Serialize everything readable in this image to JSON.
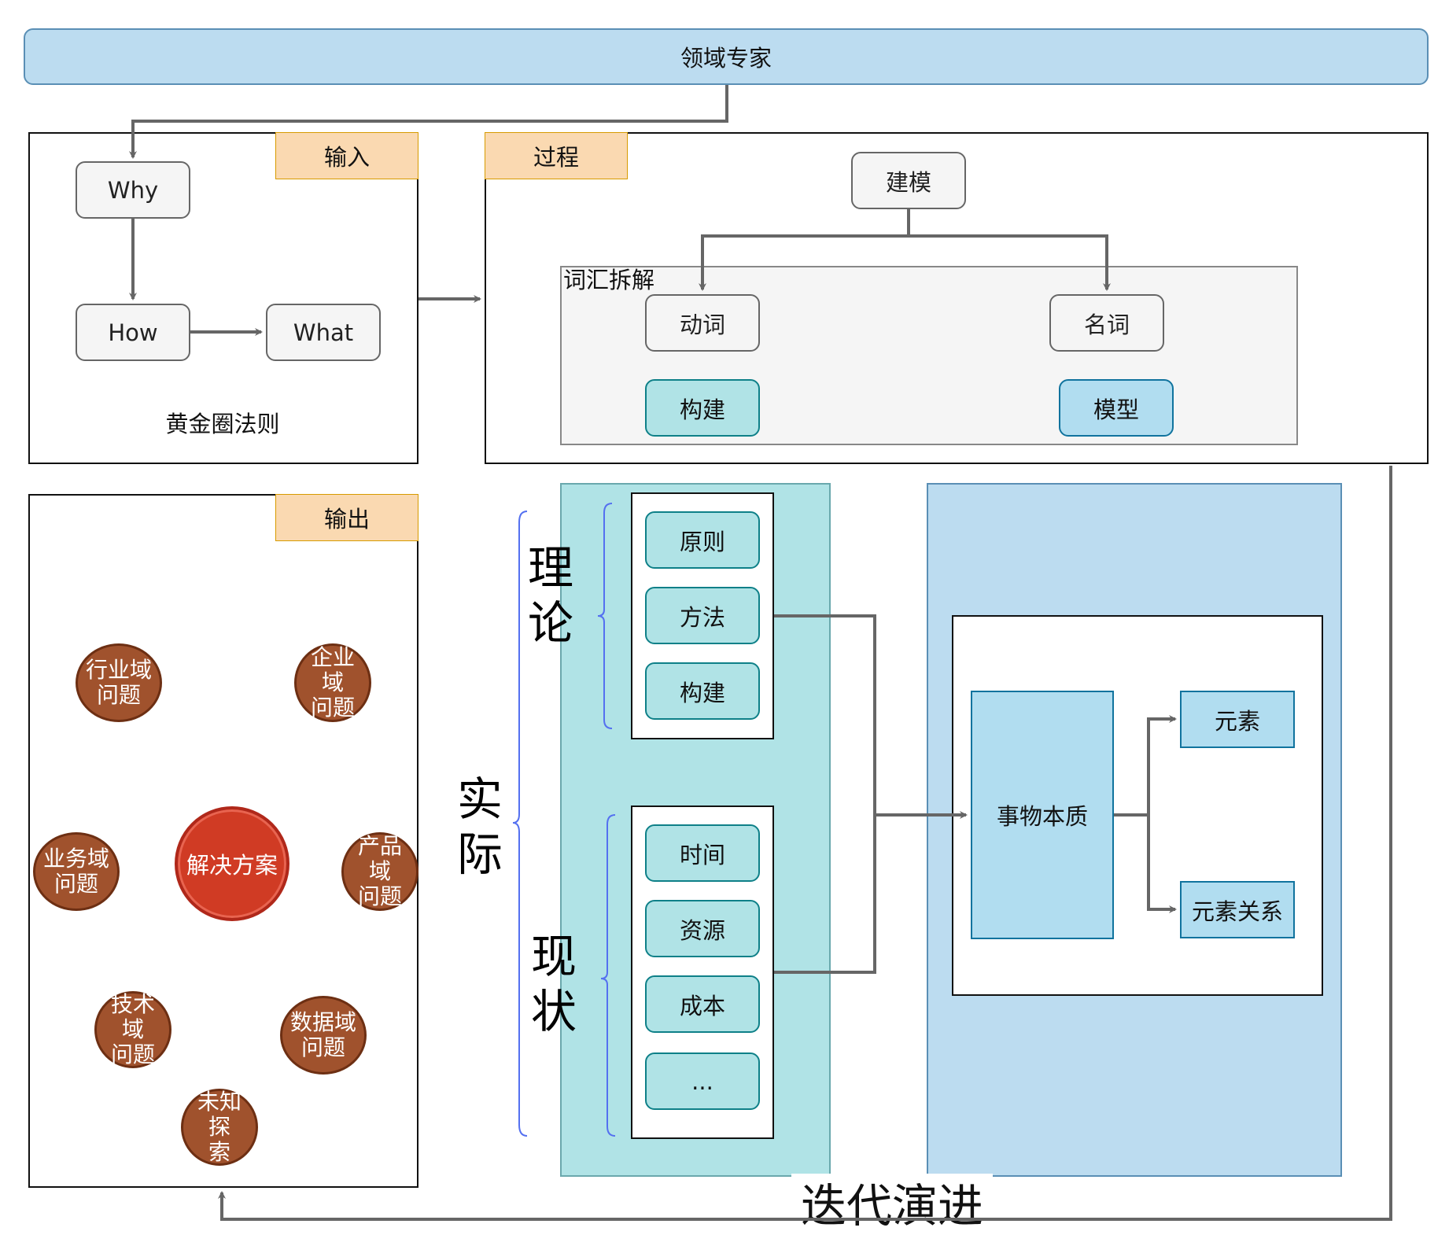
{
  "top_bar": {
    "label": "领域专家"
  },
  "input": {
    "tag": "输入",
    "why": "Why",
    "how": "How",
    "what": "What",
    "caption": "黄金圈法则"
  },
  "process": {
    "tag": "过程",
    "modeling": "建模",
    "group_label": "词汇拆解",
    "verb": "动词",
    "noun": "名词",
    "construct": "构建",
    "model": "模型"
  },
  "output": {
    "tag": "输出",
    "center": "解决方案",
    "domains": [
      {
        "label": "行业域\n问题"
      },
      {
        "label": "企业域\n问题"
      },
      {
        "label": "业务域\n问题"
      },
      {
        "label": "产品域\n问题"
      },
      {
        "label": "技术域\n问题"
      },
      {
        "label": "数据域\n问题"
      },
      {
        "label": "未知探\n索"
      }
    ]
  },
  "practice": {
    "outer_label": "实际",
    "theory_label": "理论",
    "status_label": "现状",
    "theory_items": [
      "原则",
      "方法",
      "构建"
    ],
    "status_items": [
      "时间",
      "资源",
      "成本",
      "..."
    ]
  },
  "essence": {
    "core": "事物本质",
    "element": "元素",
    "relation": "元素关系"
  },
  "loop_label": "迭代演进",
  "colors": {
    "top_bar_fill": "#bcdcf0",
    "tag_fill": "#fad9b1",
    "teal_fill": "#b0e3e6",
    "blue_fill": "#b1ddf0",
    "domain_fill": "#a0522d",
    "solution_fill": "#d03b24",
    "brace_color": "#5470f0",
    "connector": "#666666"
  }
}
